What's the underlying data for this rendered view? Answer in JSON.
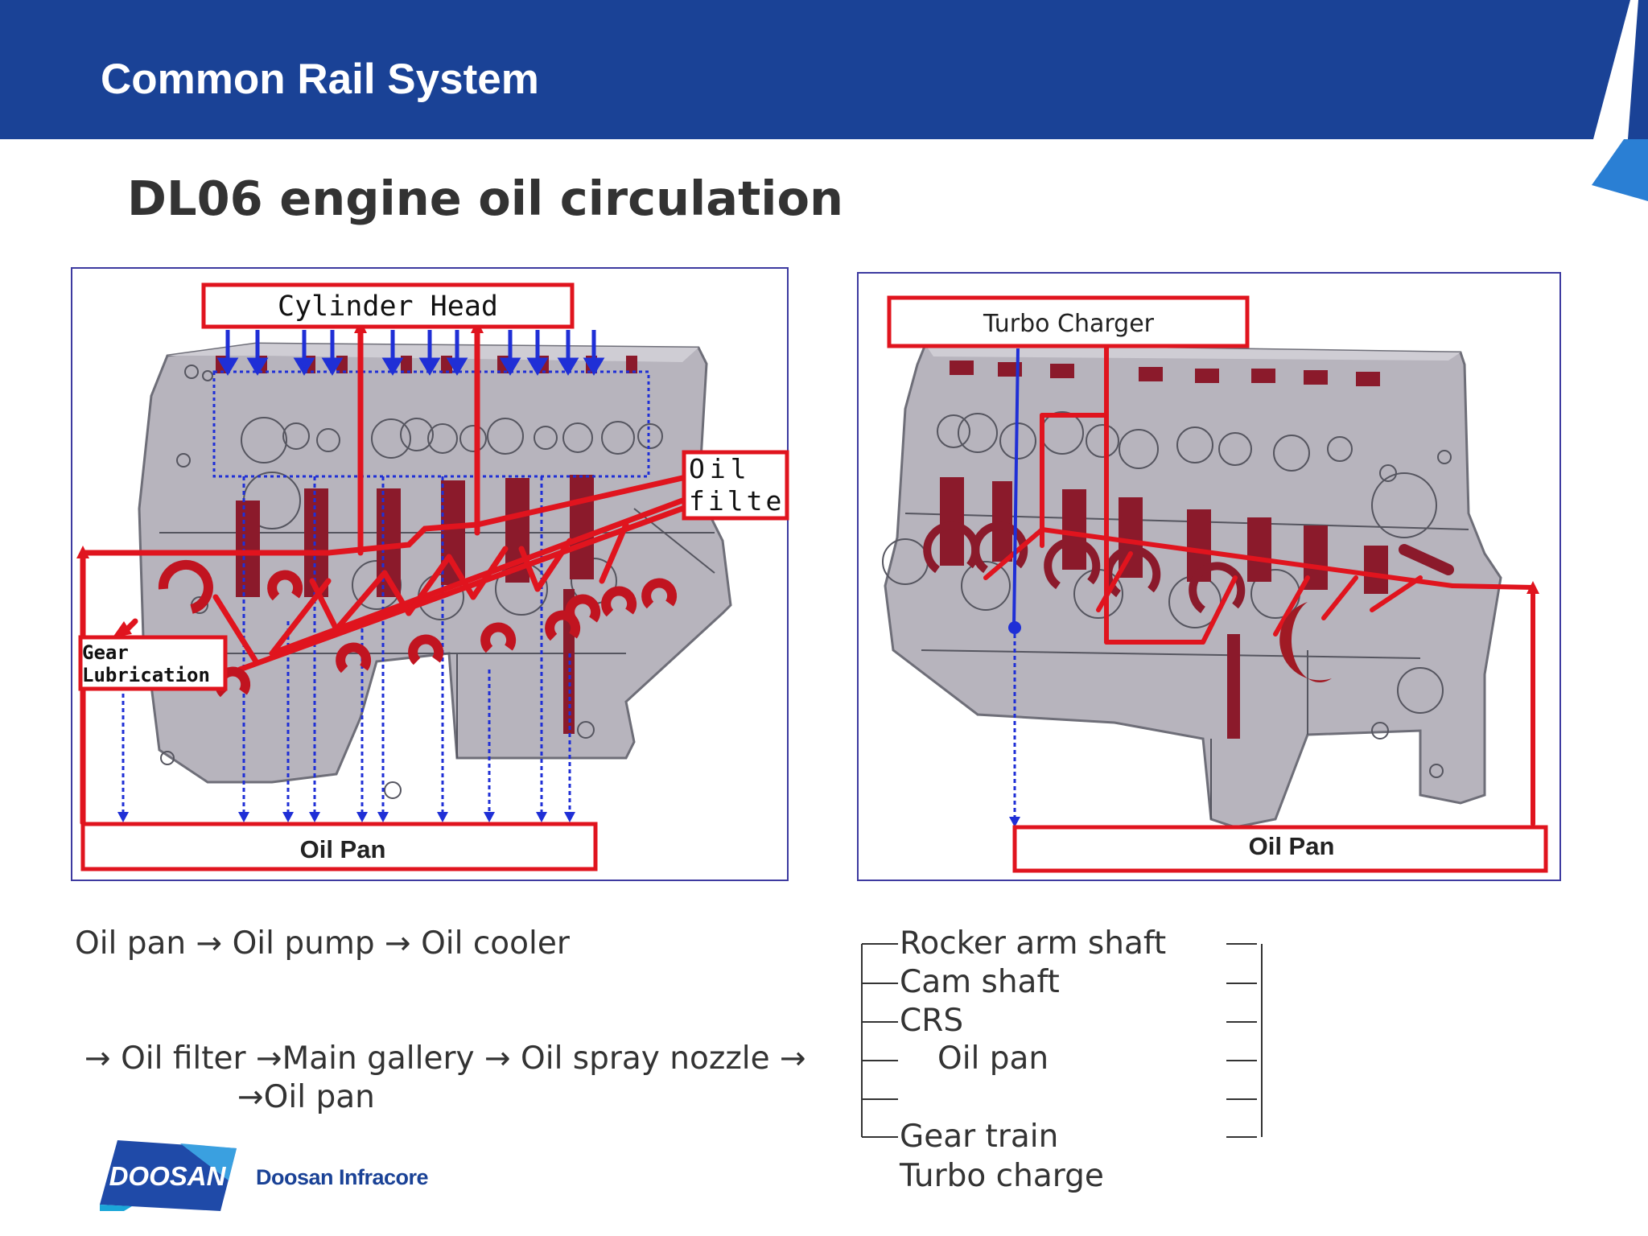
{
  "header": {
    "title": "Common Rail System"
  },
  "subtitle": "DL06 engine oil circulation",
  "left_diagram": {
    "cylinder_head": "Cylinder Head",
    "oil_filter_line1": "Oil",
    "oil_filter_line2": "filter",
    "gear_line1": "Gear",
    "gear_line2": "Lubrication",
    "oil_pan": "Oil Pan"
  },
  "right_diagram": {
    "turbo_charger": "Turbo Charger",
    "oil_pan": "Oil Pan"
  },
  "flow_text": {
    "line1": "Oil pan → Oil pump → Oil cooler",
    "line2": "→ Oil filter →Main gallery → Oil spray nozzle  →",
    "line3": "→Oil pan"
  },
  "branches": {
    "rocker": "Rocker arm shaft",
    "cam": "Cam shaft",
    "crs": "CRS",
    "oil_pan": "Oil pan",
    "gear": "Gear train",
    "turbo": "Turbo charge"
  },
  "logo": {
    "brand": "DOOSAN",
    "company": "Doosan Infracore"
  },
  "colors": {
    "header": "#1a4296",
    "accent": "#2a7fd4",
    "flow_red": "#e0141e",
    "flow_blue": "#1f2fd6",
    "engine_gray": "#b7b4bd"
  }
}
